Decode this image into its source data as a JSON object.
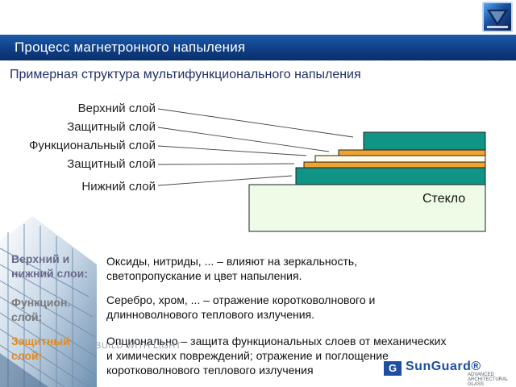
{
  "slide": {
    "title": "Процесс магнетронного напыления",
    "subtitle": "Примерная структура мультифункционального напыления"
  },
  "layers": [
    {
      "label": "Верхний слой",
      "color": "#0f9485"
    },
    {
      "label": "Защитный слой",
      "color": "#f0a330"
    },
    {
      "label": "Функциональный слой",
      "color": "#fffbe8"
    },
    {
      "label": "Защитный слой",
      "color": "#f0a330"
    },
    {
      "label": "Нижний слой",
      "color": "#0f9485"
    }
  ],
  "glass": {
    "label": "Стекло",
    "color": "#eefbe6"
  },
  "descriptions": [
    {
      "side_label": "Верхний и нижний слои:",
      "side_color": "#6a6a8a",
      "text_line1": "Оксиды, нитриды, ... – влияют на зеркальность,",
      "text_line2": "светопропускание и цвет напыления."
    },
    {
      "side_label": "Функцион. слой:",
      "side_color": "#7a7a7a",
      "text_line1": "Серебро, хром, ... – отражение коротковолнового и",
      "text_line2": "длинноволнового теплового излучения."
    },
    {
      "side_label": "Защитный слой:",
      "side_color": "#e58a1a",
      "text_line1": "Опционально – защита функциональных слоев от механических",
      "text_line2": "и химических повреждений; отражение и поглощение",
      "text_line3": "коротковолнового теплового излучения"
    }
  ],
  "branding": {
    "tagline": "BUILD WITH LIGHT",
    "logo_word": "SunGuard®",
    "logo_sub": "ADVANCED ARCHITECTURAL GLASS",
    "logo_mark": "G",
    "brand_blue": "#1c4fa0"
  }
}
